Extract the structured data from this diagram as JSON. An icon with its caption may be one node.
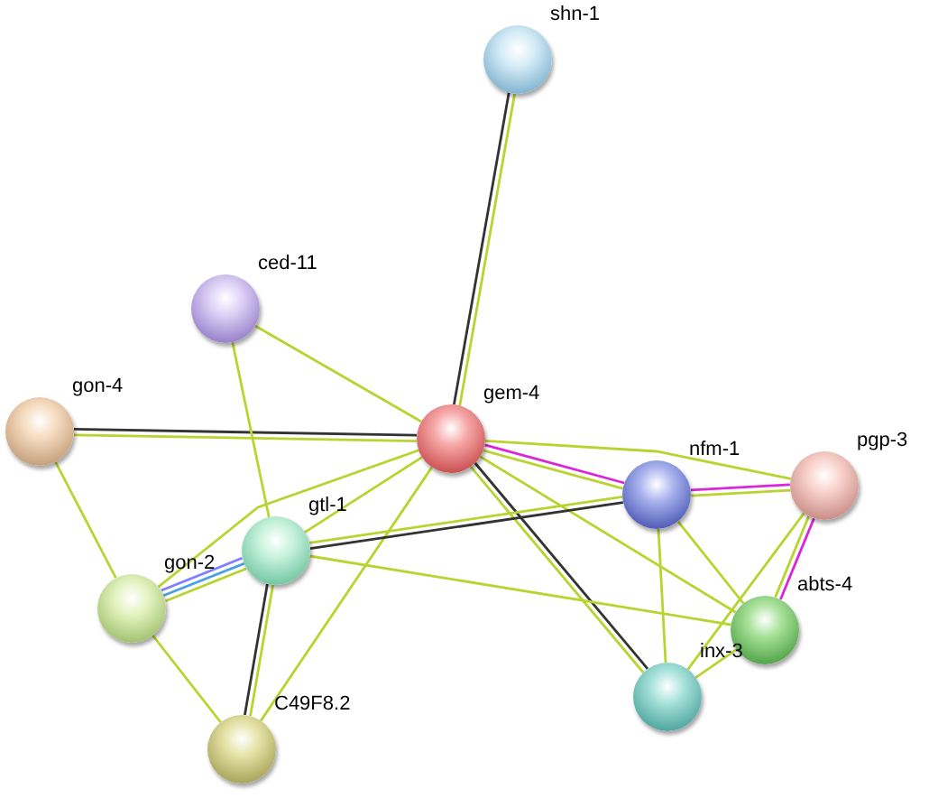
{
  "diagram": {
    "nodes": [
      {
        "text": [
          "shn-1"
        ]
      },
      {
        "text": [
          "ced-11"
        ]
      },
      {
        "text": [
          "gon-4"
        ]
      },
      {
        "text": [
          "gem-4"
        ]
      },
      {
        "text": [
          "nfm-1"
        ]
      },
      {
        "text": [
          "pgp-3"
        ]
      },
      {
        "text": [
          "gtl-1"
        ]
      },
      {
        "text": [
          "gon-2"
        ]
      },
      {
        "text": [
          "abts-4"
        ]
      },
      {
        "text": [
          "inx-3"
        ]
      },
      {
        "text": [
          "C49F8.2"
        ]
      }
    ],
    "edges": [
      {
        "from": 3,
        "to": 0,
        "arrow": "none"
      },
      {
        "from": 3,
        "to": 0,
        "arrow": "none",
        "color": "#333333"
      },
      {
        "from": 3,
        "to": 1,
        "arrow": "none"
      },
      {
        "from": 3,
        "to": 2,
        "arrow": "none",
        "color": "#333333"
      },
      {
        "from": 3,
        "to": 2,
        "arrow": "none"
      },
      {
        "from": 3,
        "to": 6,
        "arrow": "none"
      },
      {
        "from": 3,
        "to": 7,
        "arrow": "none"
      },
      {
        "from": 3,
        "to": 10,
        "arrow": "none"
      },
      {
        "from": 3,
        "to": 4,
        "arrow": "none",
        "color": "#d926d9"
      },
      {
        "from": 3,
        "to": 4,
        "arrow": "none"
      },
      {
        "from": 3,
        "to": 5,
        "arrow": "none"
      },
      {
        "from": 3,
        "to": 8,
        "arrow": "none"
      },
      {
        "from": 3,
        "to": 9,
        "arrow": "none",
        "color": "#333333"
      },
      {
        "from": 3,
        "to": 9,
        "arrow": "none"
      },
      {
        "from": 6,
        "to": 4,
        "arrow": "none",
        "color": "#333333"
      },
      {
        "from": 6,
        "to": 4,
        "arrow": "none"
      },
      {
        "from": 6,
        "to": 8,
        "arrow": "none"
      },
      {
        "from": 7,
        "to": 6,
        "arrow": "none"
      },
      {
        "from": 7,
        "to": 6,
        "arrow": "none",
        "color": "#4aa0e0"
      },
      {
        "from": 7,
        "to": 6,
        "arrow": "none",
        "color": "#8080ff"
      },
      {
        "from": 2,
        "to": 7,
        "arrow": "none"
      },
      {
        "from": 1,
        "to": 6,
        "arrow": "none"
      },
      {
        "from": 6,
        "to": 10,
        "arrow": "none"
      },
      {
        "from": 6,
        "to": 10,
        "arrow": "none",
        "color": "#333333"
      },
      {
        "from": 7,
        "to": 10,
        "arrow": "none"
      },
      {
        "from": 4,
        "to": 5,
        "arrow": "none",
        "color": "#d926d9"
      },
      {
        "from": 4,
        "to": 5,
        "arrow": "none"
      },
      {
        "from": 4,
        "to": 8,
        "arrow": "none"
      },
      {
        "from": 4,
        "to": 9,
        "arrow": "none"
      },
      {
        "from": 5,
        "to": 8,
        "arrow": "none",
        "color": "#d926d9"
      },
      {
        "from": 5,
        "to": 8,
        "arrow": "none"
      },
      {
        "from": 5,
        "to": 9,
        "arrow": "none"
      },
      {
        "from": 8,
        "to": 9,
        "arrow": "none"
      }
    ]
  }
}
